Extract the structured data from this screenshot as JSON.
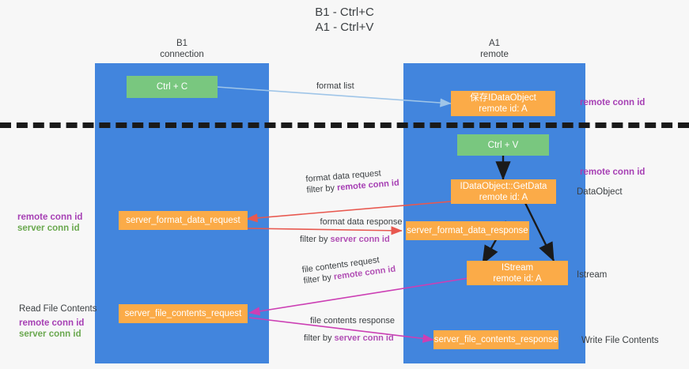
{
  "title": "B1 - Ctrl+C\nA1 - Ctrl+V",
  "columns": [
    {
      "name": "b1",
      "header": "B1\nconnection"
    },
    {
      "name": "a1",
      "header": "A1\nremote"
    }
  ],
  "nodes": {
    "ctrl_c": "Ctrl + C",
    "ctrl_v": "Ctrl + V",
    "save_idataobject": "保存IDataObject\nremote id: A",
    "idataobject_getdata": "IDataObject::GetData\nremote id: A",
    "server_format_data_request": "server_format_data_request",
    "server_format_data_response": "server_format_data_response",
    "istream": "IStream\nremote id: A",
    "server_file_contents_request": "server_file_contents_request",
    "server_file_contents_response": "server_file_contents_response"
  },
  "right_labels": {
    "remote_conn_id_top": "remote conn id",
    "remote_conn_id_mid": "remote conn id",
    "dataobject": "DataObject",
    "istream": "Istream",
    "write_file_contents": "Write File Contents"
  },
  "left_labels": {
    "remote_conn_id": "remote conn id",
    "server_conn_id": "server conn id",
    "read_file_contents": "Read File Contents",
    "remote_conn_id_2": "remote conn id",
    "server_conn_id_2": "server conn id"
  },
  "arrow_labels": {
    "format_list": "format list",
    "format_data_request": "format data request",
    "format_data_request_filter_prefix": "filter by ",
    "format_data_request_filter_key": "remote conn id",
    "format_data_response": "format data response",
    "format_data_response_filter_prefix": "filter by ",
    "format_data_response_filter_key": "server conn id",
    "file_contents_request": "file contents request",
    "file_contents_request_filter_prefix": "filter by ",
    "file_contents_request_filter_key": "remote conn id",
    "file_contents_response": "file contents response",
    "file_contents_response_filter_prefix": "filter by ",
    "file_contents_response_filter_key": "server conn id"
  },
  "colors": {
    "lane": "#4285dd",
    "green_box": "#79c77f",
    "orange_box": "#fbab48",
    "remote_conn_id": "#a63fb4",
    "server_conn_id": "#6aa84f",
    "arrow_blue": "#9fc5e8",
    "arrow_red": "#e8584f",
    "arrow_magenta": "#cc3fb4",
    "arrow_black": "#1a1a1a",
    "background": "#f7f7f7"
  }
}
